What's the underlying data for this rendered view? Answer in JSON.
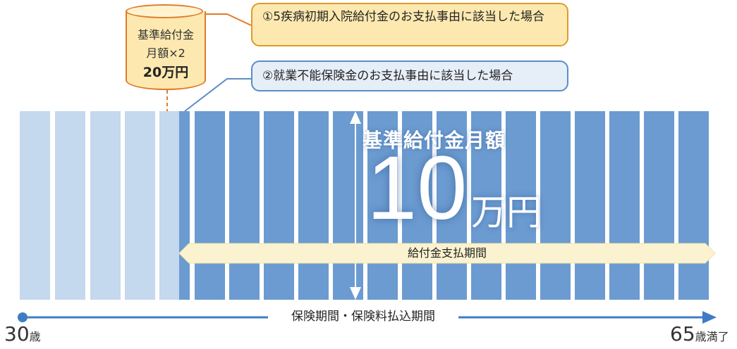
{
  "cylinder": {
    "line1": "基準給付金",
    "line2": "月額×2",
    "amount": "20万円"
  },
  "callouts": {
    "first": "①5疾病初期入院給付金のお支払事由に該当した場合",
    "second": "②就業不能保険金のお支払事由に該当した場合"
  },
  "benefit": {
    "title": "基準給付金月額",
    "number": "10",
    "unit": "万円"
  },
  "payment_period_label": "給付金支払期間",
  "timeline": {
    "label": "保険期間・保険料払込期間",
    "start_age": "30",
    "start_unit": "歳",
    "end_age": "65",
    "end_unit": "歳満了"
  },
  "colors": {
    "light_stripe": "#c4d8ee",
    "dark_stripe": "#6b9bd0",
    "orange_border": "#e07b2b",
    "timeline_blue": "#3f7cc6"
  }
}
